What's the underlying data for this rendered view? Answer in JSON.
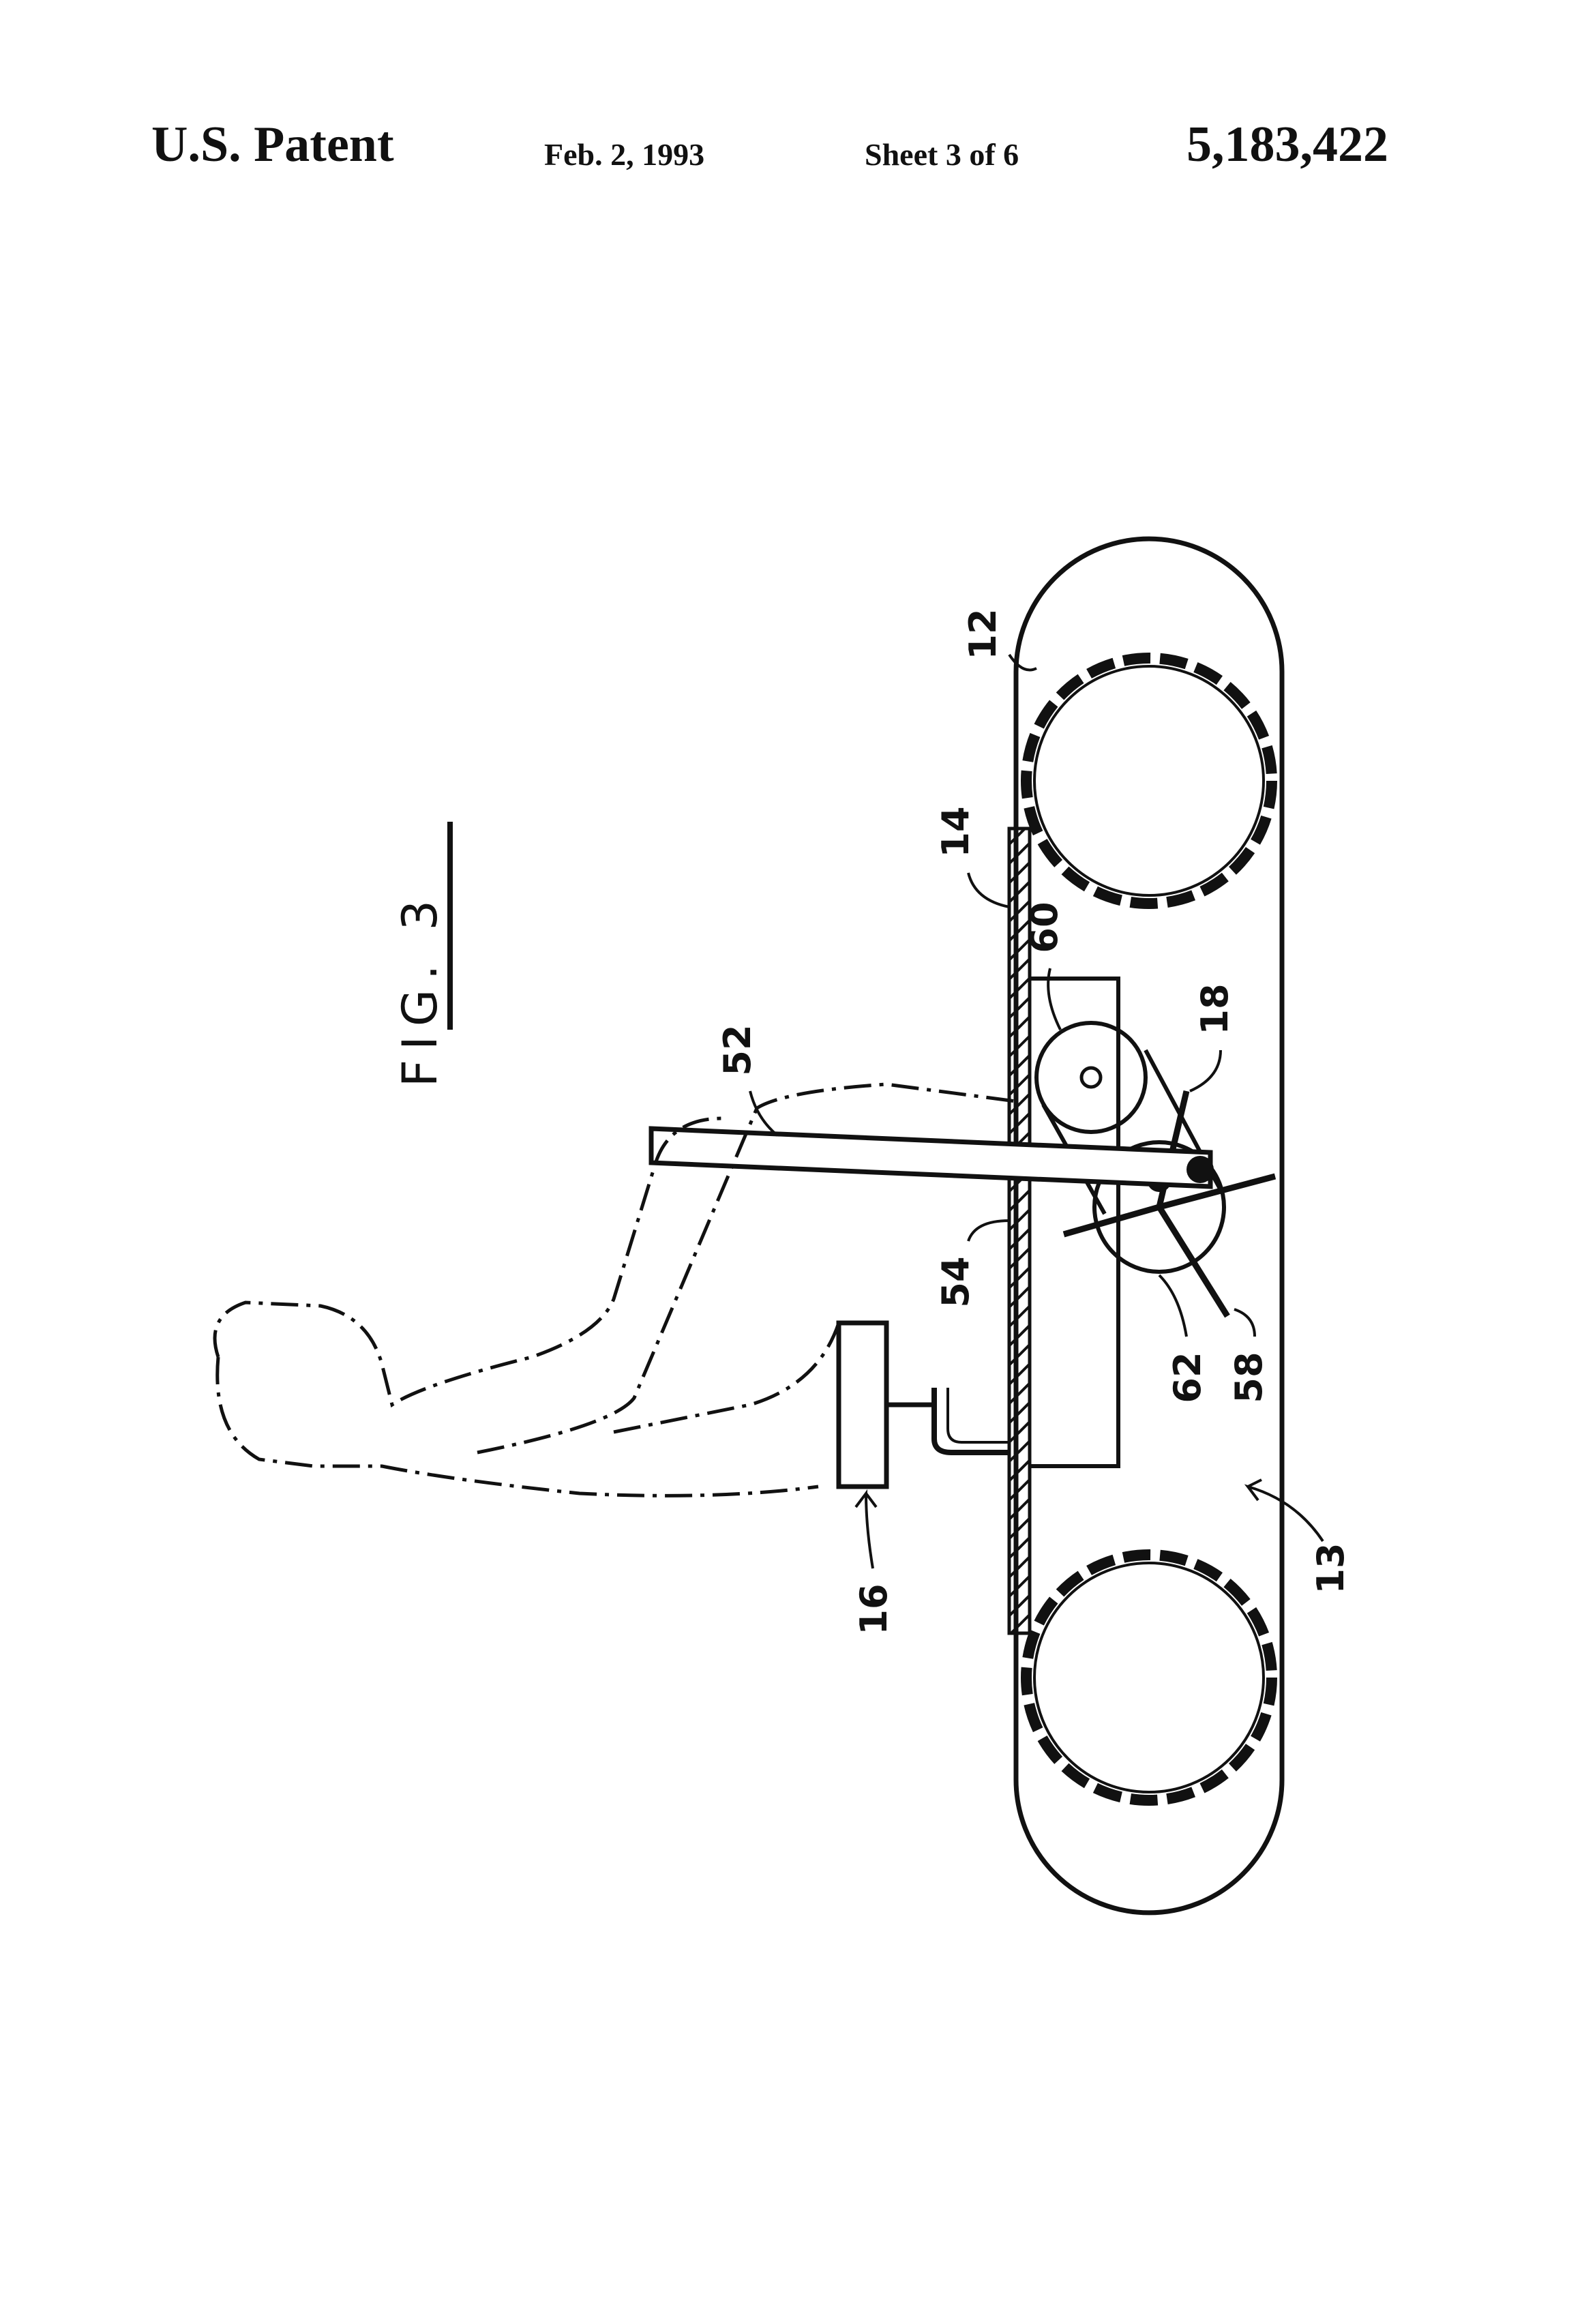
{
  "header": {
    "patent": "U.S. Patent",
    "date": "Feb. 2, 1993",
    "sheet": "Sheet 3 of 6",
    "number": "5,183,422"
  },
  "figure": {
    "title": "FIG. 3",
    "labels": {
      "l12": "12",
      "l13": "13",
      "l14": "14",
      "l16": "16",
      "l18": "18",
      "l52": "52",
      "l54": "54",
      "l58": "58",
      "l60": "60",
      "l62": "62"
    }
  }
}
